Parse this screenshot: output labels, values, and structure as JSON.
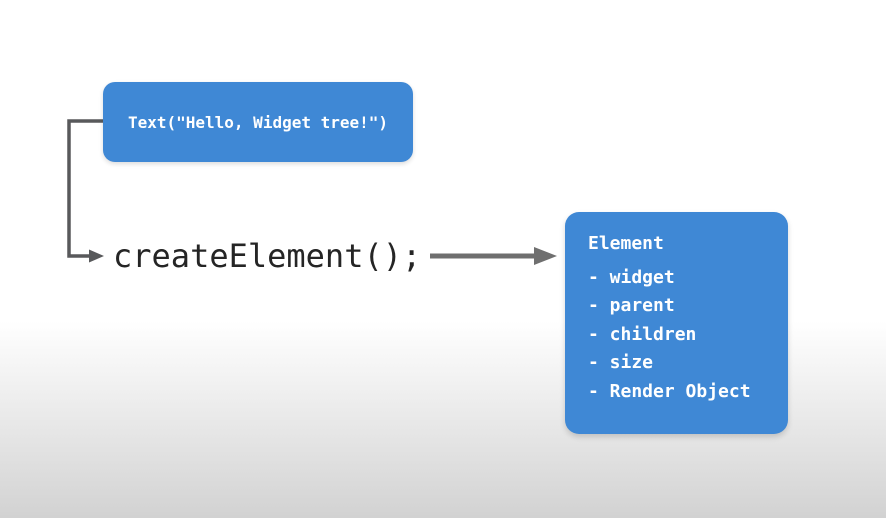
{
  "widget_box": {
    "label": "Text(\"Hello, Widget tree!\")"
  },
  "code_call": {
    "label": "createElement();"
  },
  "element_box": {
    "title": "Element",
    "items": [
      "- widget",
      "- parent",
      "- children",
      "- size",
      "- Render Object"
    ]
  },
  "colors": {
    "box_blue": "#3f88d5",
    "box_text_color": "#ffffff",
    "code_text_color": "#252525",
    "elbow_line_color": "#58595b",
    "arrow_color": "#6f6f6f",
    "bg_top": "#ffffff",
    "bg_bottom": "#d2d2d2"
  }
}
